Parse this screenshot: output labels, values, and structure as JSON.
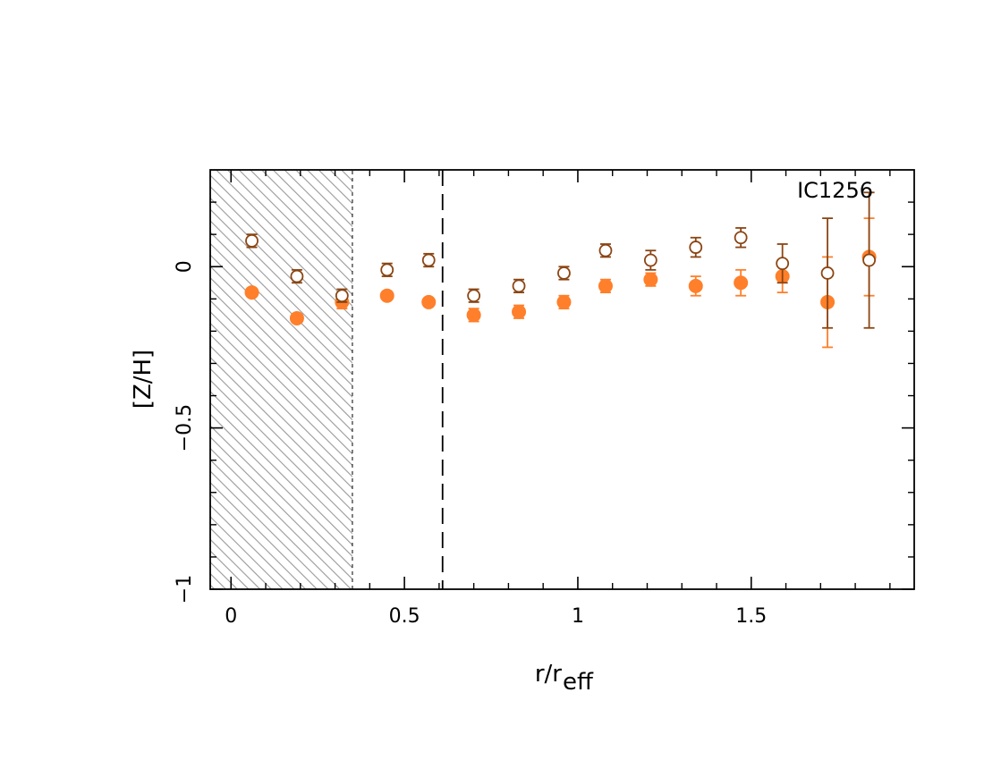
{
  "chart_data": {
    "type": "scatter",
    "annotation": "IC1256",
    "xlabel_main": "r/r",
    "xlabel_sub": "eff",
    "ylabel": "[Z/H]",
    "xlim": [
      -0.06,
      1.97
    ],
    "ylim": [
      -1.0,
      0.3
    ],
    "xticks": [
      0,
      0.5,
      1,
      1.5
    ],
    "xtick_labels": [
      "0",
      "0.5",
      "1",
      "1.5"
    ],
    "yticks": [
      -1,
      -0.5,
      0
    ],
    "ytick_labels": [
      "−1",
      "−0.5",
      "0"
    ],
    "shaded_region": {
      "x_from": -0.06,
      "x_to": 0.35,
      "pattern": "hatched"
    },
    "reference_line_x": 0.61,
    "colors": {
      "open_series": "#8B4513",
      "filled_series": "#FF7F2A",
      "hatch": "#999999"
    },
    "series": [
      {
        "marker": "open-circle",
        "color": "#8B4513",
        "x": [
          0.06,
          0.19,
          0.32,
          0.45,
          0.57,
          0.7,
          0.83,
          0.96,
          1.08,
          1.21,
          1.34,
          1.47,
          1.59,
          1.72,
          1.84
        ],
        "y": [
          0.08,
          -0.03,
          -0.09,
          -0.01,
          0.02,
          -0.09,
          -0.06,
          -0.02,
          0.05,
          0.02,
          0.06,
          0.09,
          0.01,
          -0.02,
          0.02
        ],
        "yerr": [
          0.02,
          0.02,
          0.02,
          0.02,
          0.02,
          0.02,
          0.02,
          0.02,
          0.02,
          0.03,
          0.03,
          0.03,
          0.06,
          0.17,
          0.21
        ]
      },
      {
        "marker": "filled-circle",
        "color": "#FF7F2A",
        "x": [
          0.06,
          0.19,
          0.32,
          0.45,
          0.57,
          0.7,
          0.83,
          0.96,
          1.08,
          1.21,
          1.34,
          1.47,
          1.59,
          1.72,
          1.84
        ],
        "y": [
          -0.08,
          -0.16,
          -0.11,
          -0.09,
          -0.11,
          -0.15,
          -0.14,
          -0.11,
          -0.06,
          -0.04,
          -0.06,
          -0.05,
          -0.03,
          -0.11,
          0.03
        ],
        "yerr": [
          0.01,
          0.01,
          0.02,
          0.01,
          0.01,
          0.02,
          0.02,
          0.02,
          0.02,
          0.02,
          0.03,
          0.04,
          0.05,
          0.14,
          0.12
        ]
      }
    ]
  }
}
